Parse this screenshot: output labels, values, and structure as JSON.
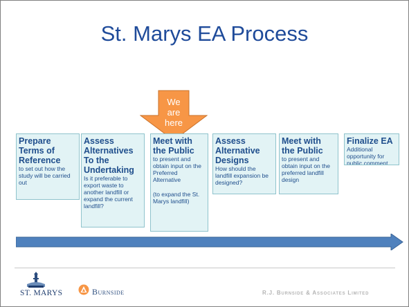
{
  "title": "St. Marys EA Process",
  "callout": {
    "lines": [
      "We",
      "are",
      "here"
    ]
  },
  "steps": [
    {
      "title": "Prepare Terms of Reference",
      "desc": "to set out how the study will be carried out",
      "note": ""
    },
    {
      "title": "Assess Alternatives To the Undertaking",
      "desc": "Is it preferable to export waste to another landfill or expand the current landfill?",
      "note": ""
    },
    {
      "title": "Meet with the Public",
      "desc": "to present and obtain input on the Preferred Alternative",
      "note": "(to expand the St. Marys landfill)"
    },
    {
      "title": "Assess Alternative Designs",
      "desc": "How should the landfill expansion be designed?",
      "note": ""
    },
    {
      "title": "Meet with the Public",
      "desc": "to present and obtain input on the preferred landfill design",
      "note": ""
    },
    {
      "title": "Finalize EA",
      "desc": "Additional opportunity for public comment.",
      "note": ""
    }
  ],
  "footer": {
    "stmarys": "ST. MARYS",
    "burnside": "Burnside",
    "company": "R.J. Burnside & Associates Limited"
  },
  "colors": {
    "title": "#1f4b9a",
    "arrow_fill": "#f79646",
    "timeline": "#4f81bd",
    "box_bg": "#e2f3f5",
    "box_text": "#1f4e8c"
  }
}
